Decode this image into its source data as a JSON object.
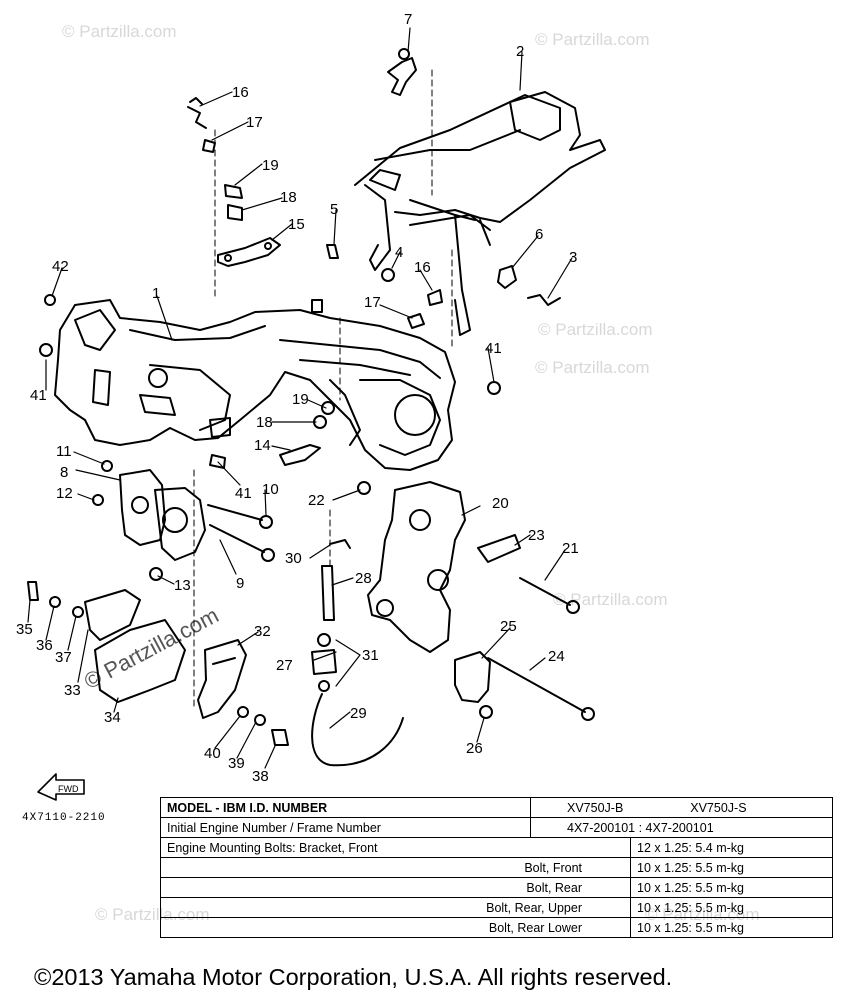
{
  "watermark": {
    "text": "© Partzilla.com",
    "big_text": "© Partzilla.com"
  },
  "callouts": [
    "1",
    "2",
    "3",
    "4",
    "5",
    "6",
    "7",
    "8",
    "9",
    "10",
    "11",
    "12",
    "13",
    "14",
    "15",
    "16",
    "17",
    "18",
    "19",
    "20",
    "21",
    "22",
    "23",
    "24",
    "25",
    "26",
    "27",
    "28",
    "29",
    "30",
    "31",
    "32",
    "33",
    "34",
    "35",
    "36",
    "37",
    "38",
    "39",
    "40",
    "41",
    "42"
  ],
  "fwd_label": "FWD",
  "part_number": "4X7110-2210",
  "spec_table": {
    "header": {
      "model": "MODEL - IBM I.D. NUMBER",
      "model_b": "XV750J-B",
      "model_s": "XV750J-S",
      "engine_frame_label": "Initial Engine Number / Frame Number",
      "engine_frame_value": "4X7-200101 : 4X7-200101"
    },
    "rows": [
      {
        "label": "Engine Mounting Bolts: Bracket, Front",
        "value": "12 x 1.25: 5.4 m-kg"
      },
      {
        "label": "Bolt, Front",
        "value": "10 x 1.25: 5.5 m-kg"
      },
      {
        "label": "Bolt, Rear",
        "value": "10 x 1.25: 5.5 m-kg"
      },
      {
        "label": "Bolt, Rear, Upper",
        "value": "10 x 1.25: 5.5 m-kg"
      },
      {
        "label": "Bolt, Rear Lower",
        "value": "10 x 1.25: 5.5 m-kg"
      }
    ]
  },
  "copyright": "©2013 Yamaha Motor Corporation, U.S.A. All rights reserved."
}
